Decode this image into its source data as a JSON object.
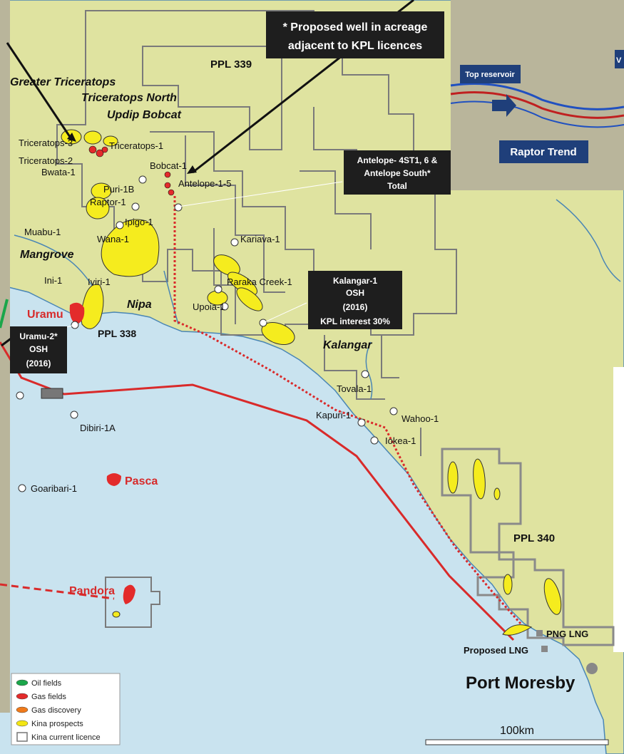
{
  "callouts": {
    "proposed_well_line1": "* Proposed well in acreage",
    "proposed_well_line2": "adjacent to KPL licences",
    "antelope_line1": "Antelope- 4ST1, 6 &",
    "antelope_line2": "Antelope South*",
    "antelope_line3": "Total",
    "kalangar_line1": "Kalangar-1",
    "kalangar_line2": "OSH",
    "kalangar_line3": "(2016)",
    "kalangar_line4": "KPL interest 30%",
    "uramu_line1": "Uramu-2*",
    "uramu_line2": "OSH",
    "uramu_line3": "(2016)"
  },
  "seismic_inset": {
    "top_reservoir": "Top reservoir",
    "raptor_trend": "Raptor Trend",
    "partial": "V"
  },
  "licences": {
    "ppl339": "PPL 339",
    "ppl338": "PPL 338",
    "ppl340": "PPL 340"
  },
  "fields": {
    "greater_triceratops": "Greater Triceratops",
    "triceratops_north": "Triceratops North",
    "updip_bobcat": "Updip Bobcat",
    "mangrove": "Mangrove",
    "nipa": "Nipa",
    "kalangar": "Kalangar",
    "uramu": "Uramu",
    "pasca": "Pasca",
    "pandora": "Pandora"
  },
  "wells": {
    "triceratops3": "Triceratops-3",
    "triceratops2": "Triceratops-2",
    "triceratops1": "Triceratops-1",
    "bwata1": "Bwata-1",
    "bobcat1": "Bobcat-1",
    "antelope15": "Antelope-1-5",
    "puri1b": "Puri-1B",
    "raptor1": "Raptor-1",
    "ipigo1": "Ipigo-1",
    "muabu1": "Muabu-1",
    "wana1": "Wana-1",
    "kariava1": "Kariava-1",
    "raraka_creek1": "Raraka Creek-1",
    "ini1": "Ini-1",
    "iviri1": "Iviri-1",
    "upoia1": "Upoia-1",
    "tovala1": "Tovala-1",
    "kapuri1": "Kapuri-1",
    "wahoo1": "Wahoo-1",
    "iokea1": "Iokea-1",
    "dibiri1a": "Dibiri-1A",
    "goaribari1": "Goaribari-1"
  },
  "places": {
    "png_lng": "PNG LNG",
    "proposed_lng": "Proposed LNG",
    "port_moresby": "Port Moresby"
  },
  "scale_bar": "100km",
  "legend": {
    "items": [
      {
        "label": "Oil fields",
        "color": "#1aa64a"
      },
      {
        "label": "Gas fields",
        "color": "#e32b2b"
      },
      {
        "label": "Gas discovery",
        "color": "#f07a1a"
      },
      {
        "label": "Kina prospects",
        "color": "#f3e614"
      },
      {
        "label": "Kina current licence",
        "color": "#777777"
      }
    ]
  },
  "colors": {
    "land": "#dfe3a0",
    "sea": "#c9e3ef",
    "prospect": "#f5ec1e",
    "gas": "#e32b2b",
    "oil": "#1aa64a",
    "pipeline": "#d92a2a",
    "licence": "#7a7a7a",
    "callout_bg": "#1e1e1e"
  }
}
